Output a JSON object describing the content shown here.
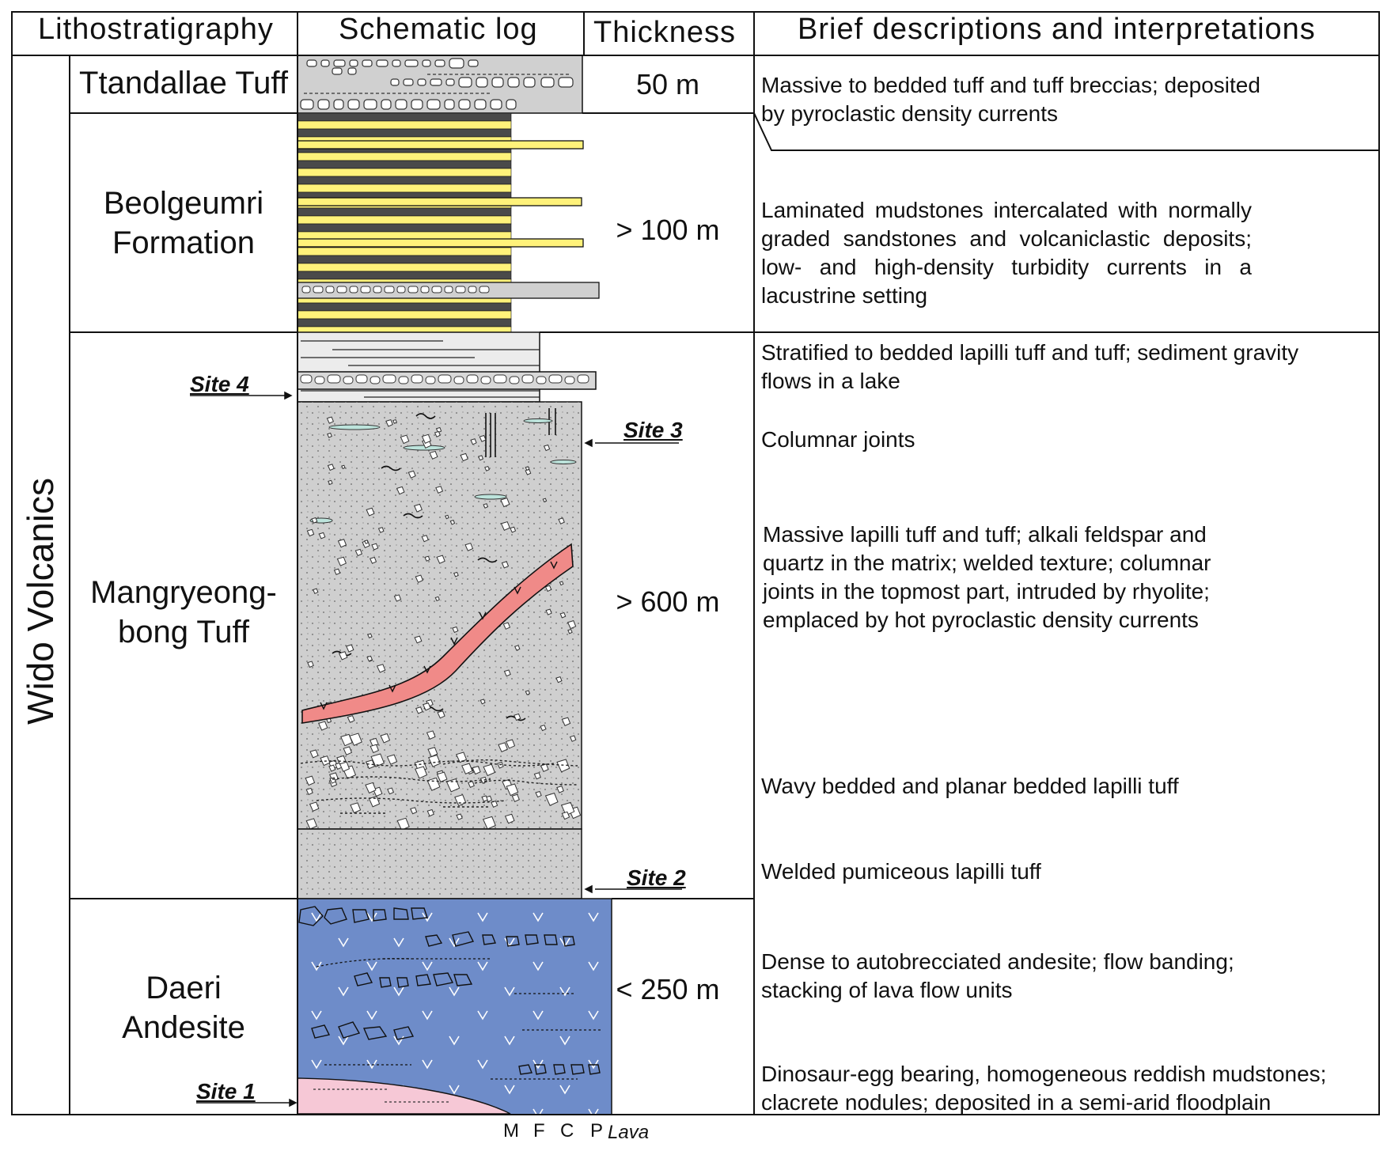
{
  "headers": {
    "lithostratigraphy": "Lithostratigraphy",
    "schematic_log": "Schematic log",
    "thickness": "Thickness",
    "descriptions": "Brief descriptions and interpretations"
  },
  "group_name": "Wido Volcanics",
  "units": [
    {
      "name": "Ttandallae Tuff",
      "thickness": "50 m"
    },
    {
      "name_line1": "Beolgeumri",
      "name_line2": "Formation",
      "thickness": "> 100 m"
    },
    {
      "name_line1": "Mangryeong-",
      "name_line2": "bong Tuff",
      "thickness": "> 600 m"
    },
    {
      "name_line1": "Daeri",
      "name_line2": "Andesite",
      "thickness": "< 250 m"
    }
  ],
  "descriptions": [
    "Massive to bedded tuff and tuff breccias; deposited by pyroclastic density currents",
    "Laminated mudstones intercalated with normally graded sandstones and volcaniclastic deposits; low- and high-density turbidity currents in a lacustrine setting",
    "Stratified to bedded lapilli tuff and tuff; sediment gravity flows in a lake",
    "Columnar joints",
    "Massive lapilli tuff and tuff; alkali feldspar and quartz in the matrix; welded texture; columnar joints in the topmost part, intruded by rhyolite; emplaced by hot pyroclastic density currents",
    "Wavy bedded and planar bedded lapilli tuff",
    "Welded pumiceous lapilli tuff",
    "Dense to autobrecciated andesite; flow banding; stacking of lava flow units",
    "Dinosaur-egg bearing, homogeneous reddish mudstones; clacrete nodules; deposited in a semi-arid floodplain"
  ],
  "sites": [
    "Site 4",
    "Site 3",
    "Site 2",
    "Site 1"
  ],
  "grain_size_axis": [
    "M",
    "F",
    "C",
    "P",
    "Lava"
  ],
  "colors": {
    "tuff_gray": "#cfcfcf",
    "sand_yellow": "#fff27a",
    "mud_dark": "#4a4a4a",
    "rhyolite_red": "#f08a88",
    "andesite_blue": "#6e8cc9",
    "mudstone_pink": "#f6c8d6",
    "fiamme_green": "#bde4dc"
  }
}
